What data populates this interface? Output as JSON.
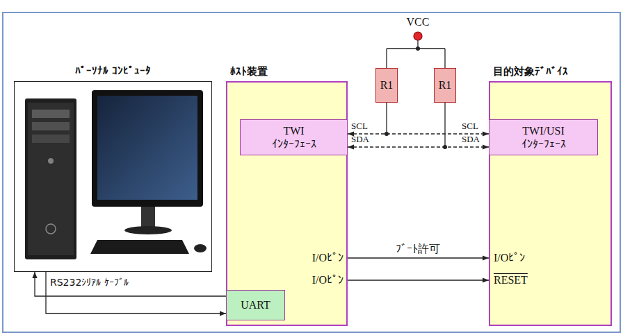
{
  "diagram": {
    "nodes": [
      {
        "text": [
          "ﾊﾟｰｿﾅﾙ ｺﾝﾋﾟｭｰﾀ"
        ]
      },
      {
        "text": [
          "ﾎｽﾄ装置"
        ]
      },
      {
        "text": [
          "目的対象ﾃﾞﾊﾞｲｽ"
        ]
      },
      {
        "text": [
          "TWI ｲﾝﾀｰﾌｪｰｽ"
        ],
        "in": 1
      },
      {
        "text": [
          "TWI/USI ｲﾝﾀｰﾌｪｰｽ"
        ],
        "in": 2
      },
      {
        "text": [
          "UART"
        ],
        "in": 1
      },
      {
        "text": [
          "R1"
        ]
      },
      {
        "text": [
          "R1"
        ]
      }
    ],
    "edges": [
      {
        "from": 3,
        "to": 4,
        "arrow": "both"
      },
      {
        "from": 3,
        "to": 4,
        "arrow": "both"
      },
      {
        "from": 1,
        "to": 2,
        "label": "ﾌﾞｰﾄ許可",
        "arrow": "to"
      },
      {
        "from": 1,
        "to": 2,
        "arrow": "to"
      },
      {
        "from": 5,
        "to": 0,
        "label": "RS232ｼﾘｱﾙ ｹｰﾌﾞﾙ",
        "arrow": "to"
      },
      {
        "from": 0,
        "to": 5,
        "arrow": "to"
      }
    ],
    "labels": [
      "VCC",
      "SCL",
      "SDA",
      "SCL",
      "SDA",
      "I/Oﾋﾟﾝ",
      "I/Oﾋﾟﾝ",
      "I/Oﾋﾟﾝ",
      "RESET"
    ]
  }
}
